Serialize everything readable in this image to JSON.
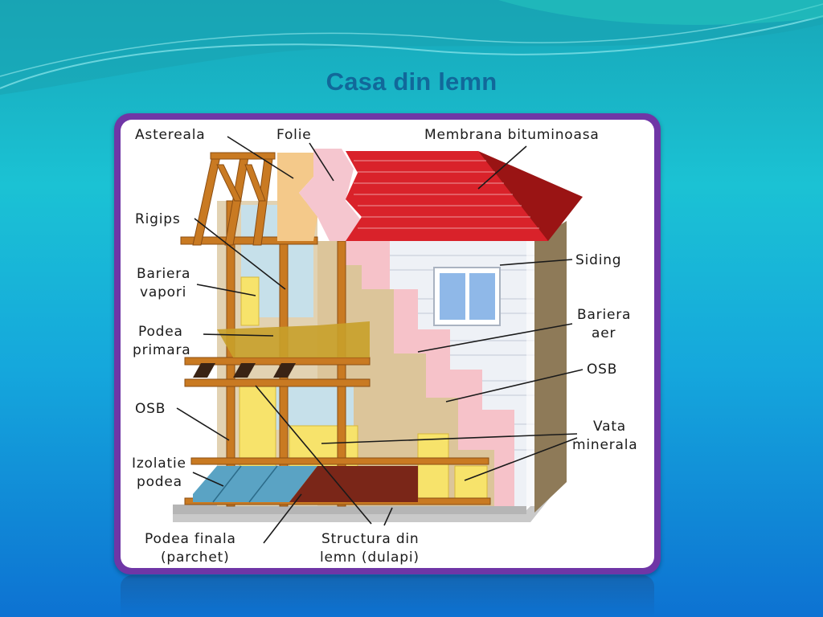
{
  "slide": {
    "title": "Casa din lemn"
  },
  "labels": {
    "astereala": "Astereala",
    "folie": "Folie",
    "membrana": "Membrana bituminoasa",
    "rigips": "Rigips",
    "bariera_vapori_1": "Bariera",
    "bariera_vapori_2": "vapori",
    "podea_primara_1": "Podea",
    "podea_primara_2": "primara",
    "osb_left": "OSB",
    "izolatie_1": "Izolatie",
    "izolatie_2": "podea",
    "podea_finala_1": "Podea finala",
    "podea_finala_2": "(parchet)",
    "structura_1": "Structura din",
    "structura_2": "lemn (dulapi)",
    "siding": "Siding",
    "bariera_aer_1": "Bariera",
    "bariera_aer_2": "aer",
    "osb_right": "OSB",
    "vata_1": "Vata",
    "vata_2": "minerala"
  },
  "colors": {
    "frame": "#6f36a6",
    "title": "#11689a",
    "roof_tile": "#d9222a",
    "roof_side": "#9a1414",
    "insulation_pink": "#f6c2c9",
    "osb": "#dcc59a",
    "siding": "#eef1f6",
    "wood": "#c97a22",
    "mineral_wool": "#f7e36b",
    "floor_tile": "#5aa3c4",
    "parquet": "#7a2618"
  }
}
